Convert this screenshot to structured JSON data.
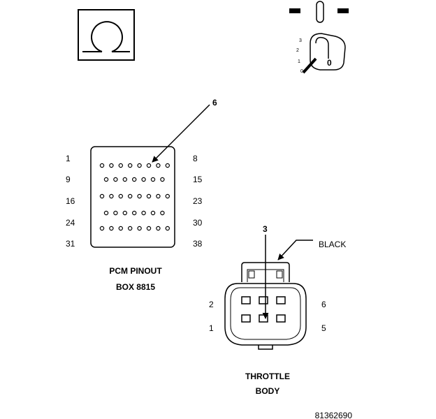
{
  "ohm_symbol": "Ω",
  "key_positions": [
    "3",
    "2",
    "1",
    "0"
  ],
  "pcm": {
    "callout_pin": "6",
    "left_pins": [
      "1",
      "9",
      "16",
      "24",
      "31"
    ],
    "right_pins": [
      "8",
      "15",
      "23",
      "30",
      "38"
    ],
    "title_line1": "PCM PINOUT",
    "title_line2": "BOX 8815"
  },
  "throttle": {
    "callout_pin": "3",
    "color_label": "BLACK",
    "left_pins": [
      "2",
      "1"
    ],
    "right_pins": [
      "6",
      "5"
    ],
    "title_line1": "THROTTLE",
    "title_line2": "BODY"
  },
  "figure_id": "81362690"
}
